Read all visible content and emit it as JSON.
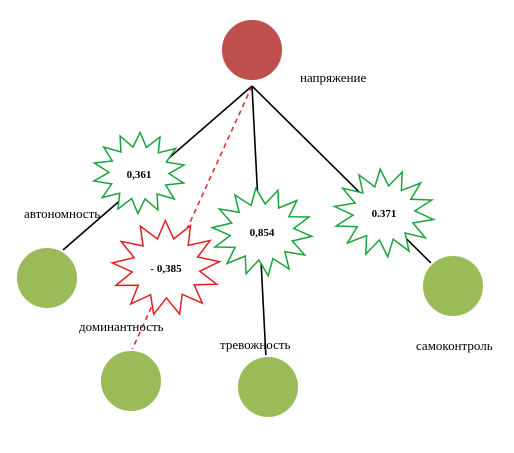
{
  "colors": {
    "central_node": "#c0504d",
    "factor_node": "#9bbb59",
    "positive_link": "#000000",
    "negative_link": "#e03030",
    "positive_burst": "#1aa33b",
    "negative_burst": "#e02020"
  },
  "central": {
    "label": "напряжение"
  },
  "factors": [
    {
      "id": "autonomy",
      "label": "автономность",
      "coefficient": "0,361",
      "sign": "positive"
    },
    {
      "id": "dominance",
      "label": "доминантность",
      "coefficient": "- 0,385",
      "sign": "negative"
    },
    {
      "id": "anxiety",
      "label": "тревожность",
      "coefficient": "0,854",
      "sign": "positive"
    },
    {
      "id": "selfcontrol",
      "label": "самоконтроль",
      "coefficient": "0.371",
      "sign": "positive"
    }
  ]
}
